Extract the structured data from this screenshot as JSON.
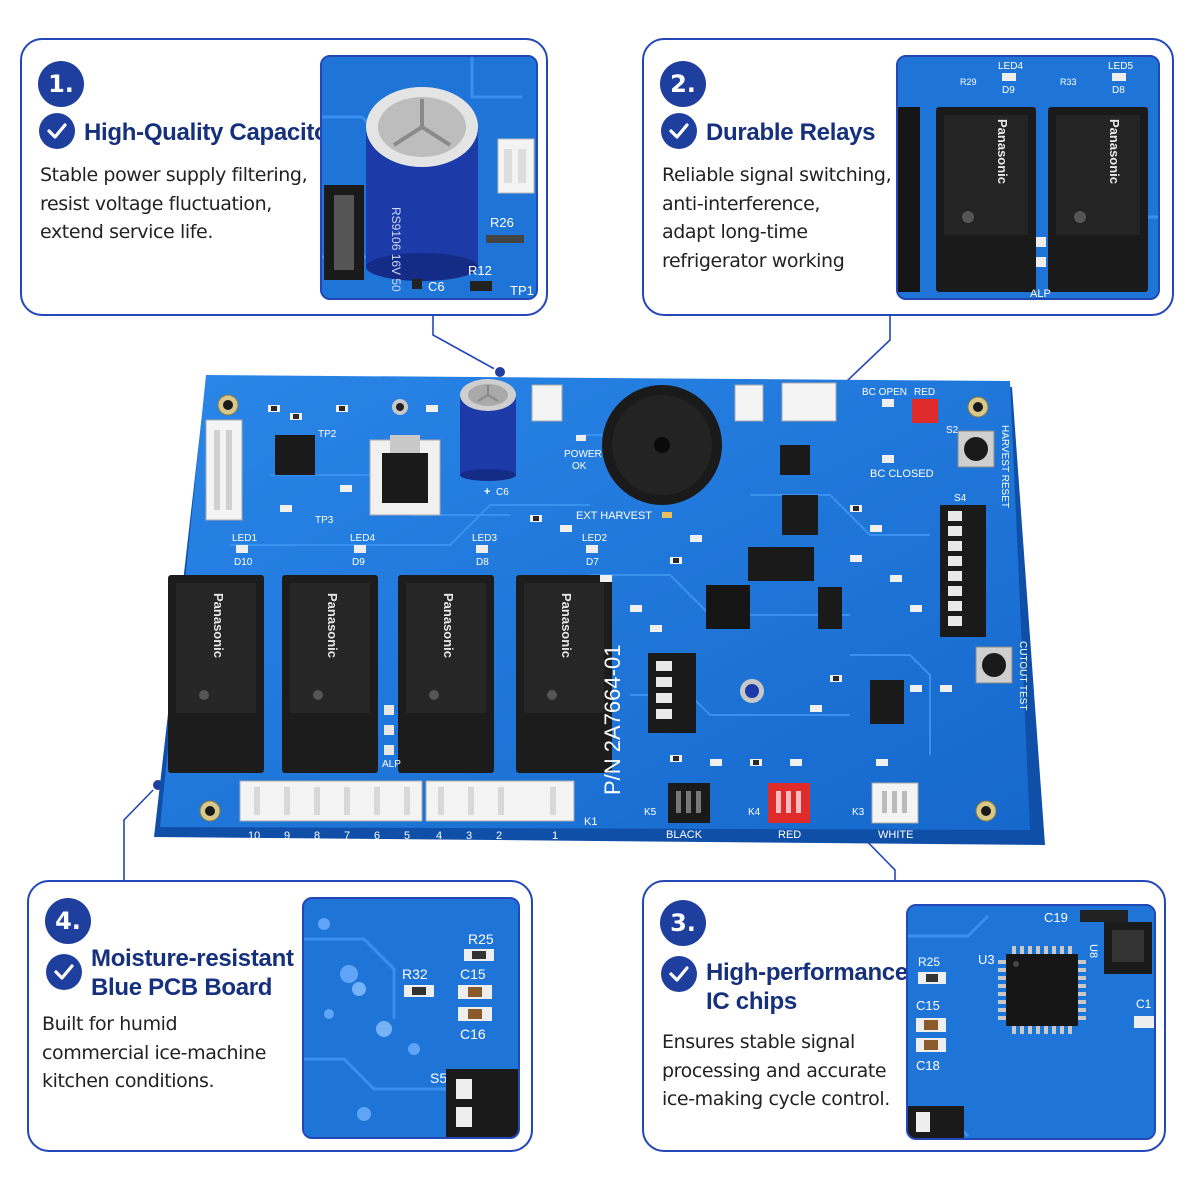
{
  "features": [
    {
      "number": "1.",
      "title": "High-Quality Capacitors",
      "desc": [
        "Stable power supply filtering,",
        "resist voltage fluctuation,",
        "extend service life."
      ],
      "thumb_labels": [
        "R26",
        "C6",
        "R12",
        "TP1"
      ]
    },
    {
      "number": "2.",
      "title": "Durable Relays",
      "desc": [
        "Reliable signal switching,",
        "anti-interference,",
        "adapt long-time",
        "refrigerator working"
      ],
      "thumb_labels": [
        "LED4",
        "LED5",
        "D9",
        "D8",
        "R29",
        "R33",
        "ALP",
        "Panasonic"
      ]
    },
    {
      "number": "3.",
      "title": [
        "High-performance",
        "IC chips"
      ],
      "desc": [
        "Ensures stable signal",
        "processing and accurate",
        "ice-making cycle control."
      ],
      "thumb_labels": [
        "C19",
        "U3",
        "R25",
        "C15",
        "C18",
        "C1",
        "U8"
      ]
    },
    {
      "number": "4.",
      "title": [
        "Moisture-resistant",
        "Blue PCB Board"
      ],
      "desc": [
        "Built for humid",
        "commercial ice-machine",
        "kitchen conditions."
      ],
      "thumb_labels": [
        "R25",
        "R32",
        "C15",
        "C16",
        "S5"
      ]
    }
  ],
  "board": {
    "part_number": "P/N 2A7664-01",
    "brand": "Panasonic",
    "labels": {
      "power_ok": [
        "POWER",
        "OK"
      ],
      "ext_harvest": "EXT HARVEST",
      "bc_open": "BC OPEN",
      "red_top": "RED",
      "bc_closed": "BC CLOSED",
      "harvest_reset": "HARVEST RESET",
      "cutout_test": "CUTOUT TEST",
      "tp2": "TP2",
      "tp3": "TP3",
      "c6": "C6",
      "alp": "ALP",
      "k1": "K1",
      "k3": "K3",
      "k4": "K4",
      "k5": "K5",
      "black": "BLACK",
      "red": "RED",
      "white": "WHITE",
      "s2": "S2",
      "s4": "S4",
      "led_labels": [
        "LED1",
        "LED4",
        "LED3",
        "LED2"
      ],
      "d_labels": [
        "D10",
        "D9",
        "D8",
        "D7"
      ]
    },
    "pins_left": [
      "10",
      "9",
      "8",
      "7",
      "6",
      "5"
    ],
    "pins_right": [
      "4",
      "3",
      "2",
      "1"
    ]
  }
}
